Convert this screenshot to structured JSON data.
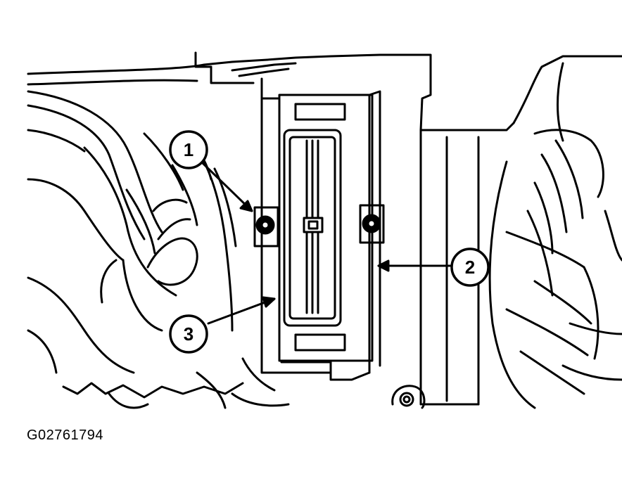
{
  "figure_code": "G02761794",
  "callouts": [
    {
      "id": "1",
      "label": "1"
    },
    {
      "id": "2",
      "label": "2"
    },
    {
      "id": "3",
      "label": "3"
    }
  ]
}
